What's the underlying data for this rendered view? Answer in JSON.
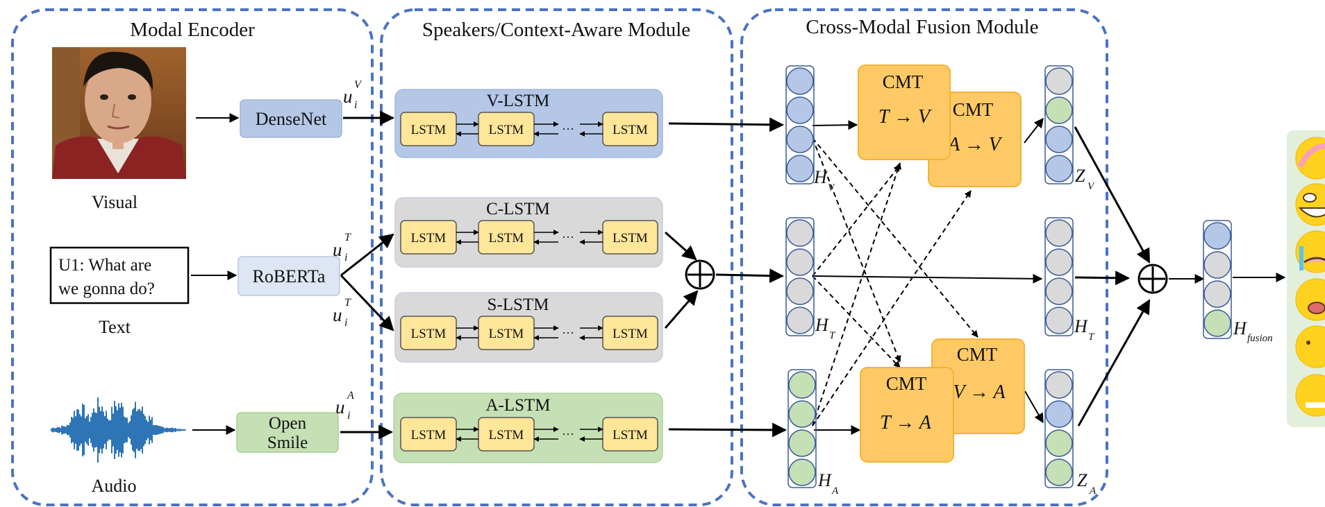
{
  "sections": {
    "encoder": "Modal Encoder",
    "context": "Speakers/Context-Aware Module",
    "fusion": "Cross-Modal Fusion Module"
  },
  "encoder": {
    "visual_label": "Visual",
    "text_label": "Text",
    "audio_label": "Audio",
    "utterance_line1": "U1: What are",
    "utterance_line2": "we gonna do?",
    "densenet": "DenseNet",
    "roberta": "RoBERTa",
    "opensmile_1": "Open",
    "opensmile_2": "Smile"
  },
  "features": {
    "u": "u",
    "i": "i",
    "V": "V",
    "T": "T",
    "A": "A"
  },
  "lstm": {
    "v_title": "V-LSTM",
    "c_title": "C-LSTM",
    "s_title": "S-LSTM",
    "a_title": "A-LSTM",
    "cell": "LSTM",
    "ellipsis": "···"
  },
  "fusion": {
    "cmt": "CMT",
    "tv": "T → V",
    "av": "A → V",
    "ta": "T → A",
    "va": "V → A",
    "H": "H",
    "Z": "Z",
    "sub_v": "V",
    "sub_t": "T",
    "sub_a": "A",
    "sub_fusion": "fusion"
  },
  "colors": {
    "frame": "#4a72c4",
    "v_panel": "#b4c7e7",
    "c_panel": "#d9d9d9",
    "a_panel": "#c5e0b4",
    "lstm_cell": "#ffe699",
    "cmt": "#ffc965",
    "circle_blue": "#b4c7e7",
    "circle_gray": "#d9d9d9",
    "circle_green": "#c5e0b4"
  }
}
